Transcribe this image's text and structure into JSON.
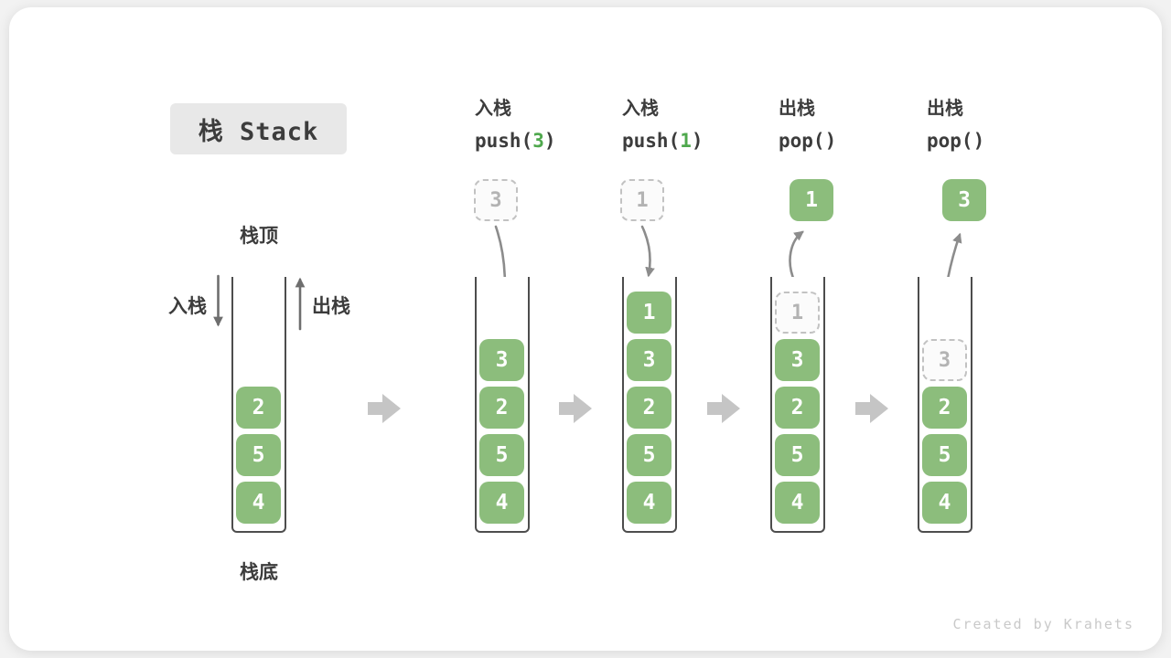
{
  "title": {
    "text": "栈 Stack"
  },
  "legend": {
    "stack_top": "栈顶",
    "stack_bottom": "栈底",
    "push": "入栈",
    "pop": "出栈"
  },
  "watermark": "Created by Krahets",
  "columns": [
    {
      "name": "stack-initial",
      "blocks": [
        {
          "value": "2",
          "variant": "solid"
        },
        {
          "value": "5",
          "variant": "solid"
        },
        {
          "value": "4",
          "variant": "solid"
        }
      ]
    },
    {
      "name": "stack-after-push-3",
      "header": {
        "op": "入栈",
        "code_prefix": "push(",
        "code_arg": "3",
        "code_suffix": ")"
      },
      "floating": {
        "value": "3",
        "variant": "ghost"
      },
      "blocks": [
        {
          "value": "3",
          "variant": "solid"
        },
        {
          "value": "2",
          "variant": "solid"
        },
        {
          "value": "5",
          "variant": "solid"
        },
        {
          "value": "4",
          "variant": "solid"
        }
      ]
    },
    {
      "name": "stack-after-push-1",
      "header": {
        "op": "入栈",
        "code_prefix": "push(",
        "code_arg": "1",
        "code_suffix": ")"
      },
      "floating": {
        "value": "1",
        "variant": "ghost"
      },
      "blocks": [
        {
          "value": "1",
          "variant": "solid"
        },
        {
          "value": "3",
          "variant": "solid"
        },
        {
          "value": "2",
          "variant": "solid"
        },
        {
          "value": "5",
          "variant": "solid"
        },
        {
          "value": "4",
          "variant": "solid"
        }
      ]
    },
    {
      "name": "stack-after-pop-1",
      "header": {
        "op": "出栈",
        "code_prefix": "pop(",
        "code_arg": "",
        "code_suffix": ")"
      },
      "floating": {
        "value": "1",
        "variant": "solid"
      },
      "blocks": [
        {
          "value": "1",
          "variant": "ghost"
        },
        {
          "value": "3",
          "variant": "solid"
        },
        {
          "value": "2",
          "variant": "solid"
        },
        {
          "value": "5",
          "variant": "solid"
        },
        {
          "value": "4",
          "variant": "solid"
        }
      ]
    },
    {
      "name": "stack-after-pop-3",
      "header": {
        "op": "出栈",
        "code_prefix": "pop(",
        "code_arg": "",
        "code_suffix": ")"
      },
      "floating": {
        "value": "3",
        "variant": "solid"
      },
      "blocks": [
        {
          "value": "3",
          "variant": "ghost"
        },
        {
          "value": "2",
          "variant": "solid"
        },
        {
          "value": "5",
          "variant": "solid"
        },
        {
          "value": "4",
          "variant": "solid"
        }
      ]
    }
  ],
  "colors": {
    "green_block": "#8cbd7c",
    "green_code": "#4fa84d",
    "ghost_border": "#c2c2c2",
    "ghost_fill": "#fbfbfb",
    "ghost_text": "#b3b3b3",
    "well_border": "#4d4d4d",
    "label_dark": "#3c3c3c",
    "curve_arrow": "#8c8c8c",
    "straight_arrow": "#6e6e6e",
    "chunky_arrow": "#c5c5c5",
    "title_bg": "#e8e8e8",
    "card_bg": "#ffffff",
    "page_bg": "#f2f2f2",
    "watermark": "#c9c9c9"
  }
}
